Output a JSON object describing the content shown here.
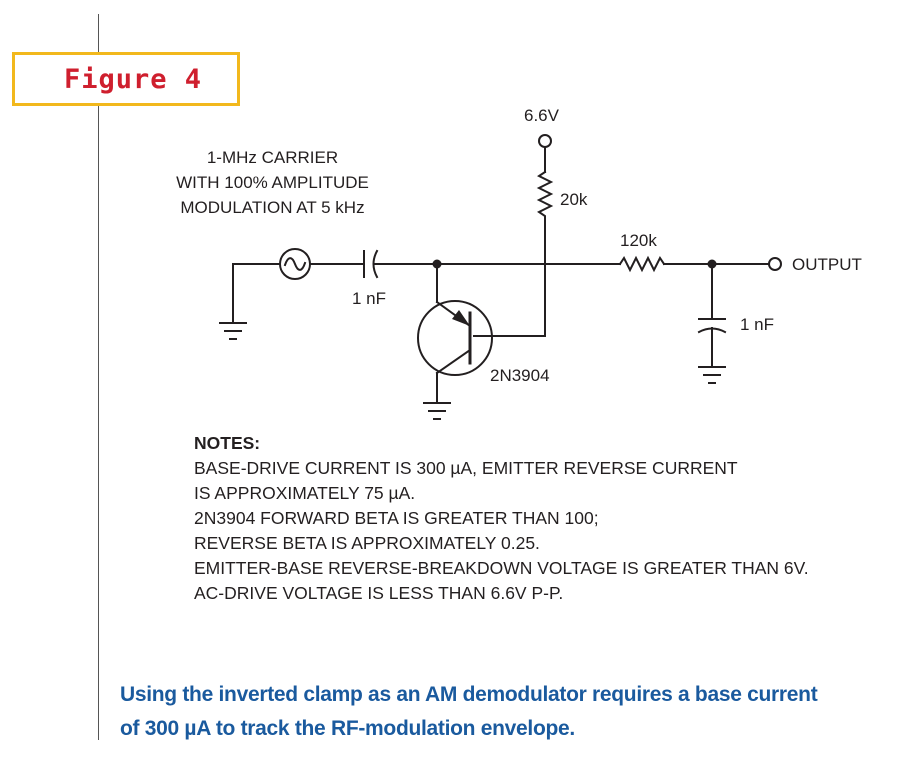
{
  "figure_title": "Figure 4",
  "labels": {
    "supply": "6.6V",
    "pullup_resistor": "20k",
    "series_resistor": "120k",
    "output": "OUTPUT",
    "coupling_cap": "1 nF",
    "filter_cap": "1 nF",
    "transistor": "2N3904"
  },
  "source_text": [
    "1-MHz CARRIER",
    "WITH 100% AMPLITUDE",
    "MODULATION AT 5 kHz"
  ],
  "notes": {
    "title": "NOTES:",
    "lines": [
      "BASE-DRIVE CURRENT IS 300 µA, EMITTER REVERSE CURRENT",
      "IS APPROXIMATELY 75 µA.",
      "2N3904 FORWARD BETA IS GREATER THAN 100;",
      "REVERSE BETA IS APPROXIMATELY 0.25.",
      "EMITTER-BASE REVERSE-BREAKDOWN VOLTAGE IS GREATER THAN 6V.",
      "AC-DRIVE VOLTAGE IS LESS THAN 6.6V P-P."
    ]
  },
  "caption": [
    "Using the inverted clamp as an AM demodulator requires a base current",
    "of 300 µA to track the RF-modulation envelope."
  ],
  "colors": {
    "title_text": "#cf1f2e",
    "title_border": "#f2b81c",
    "caption_text": "#1a5a9e",
    "wire": "#231f20"
  }
}
